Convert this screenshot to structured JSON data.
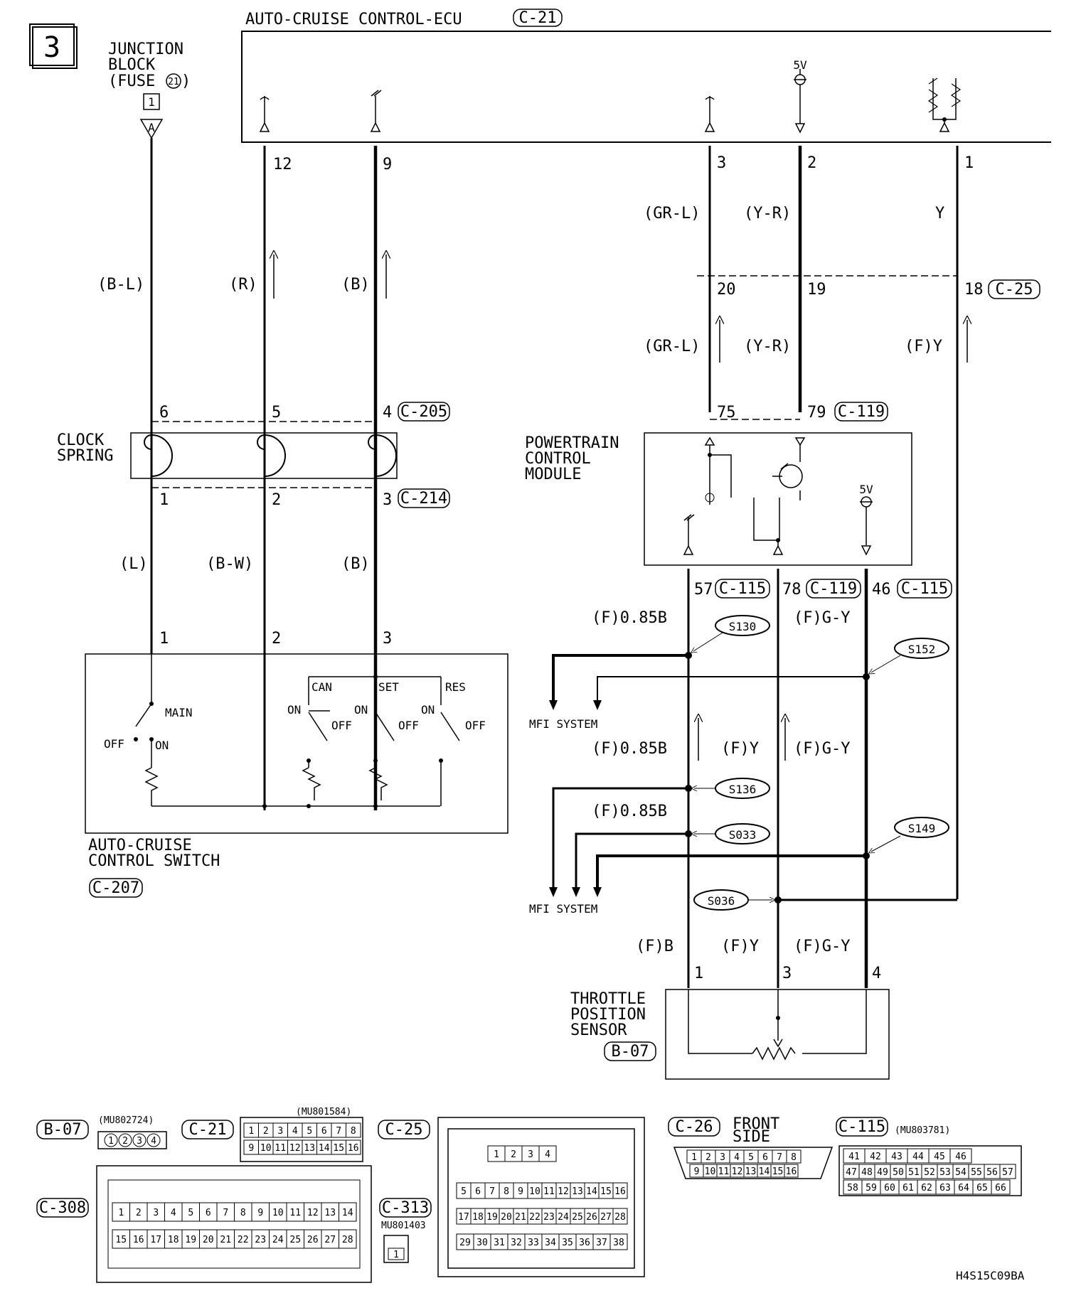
{
  "page": {
    "number": "3",
    "figure_code": "H4S15C09BA"
  },
  "ecu": {
    "title": "AUTO-CRUISE CONTROL-ECU",
    "connector": "C-21",
    "supply": "5V"
  },
  "junction": {
    "line1": "JUNCTION",
    "line2": "BLOCK",
    "line3": "(FUSE",
    "fuse": "21",
    "line3_end": ")",
    "box": "1",
    "terminal": "A"
  },
  "pins_ecu": [
    "12",
    "9",
    "3",
    "2",
    "1"
  ],
  "wires_upper": {
    "bl": "(B-L)",
    "r": "(R)",
    "b": "(B)",
    "grl": "(GR-L)",
    "yr": "(Y-R)",
    "y": "Y"
  },
  "c25": {
    "pins": [
      "20",
      "19",
      "18"
    ],
    "connector": "C-25"
  },
  "wires_mid": {
    "grl": "(GR-L)",
    "yr": "(Y-R)",
    "fy": "(F)Y"
  },
  "c205": {
    "pins": [
      "6",
      "5",
      "4"
    ],
    "connector": "C-205"
  },
  "c119_top": {
    "pins": [
      "75",
      "79"
    ],
    "connector": "C-119"
  },
  "clock_spring": {
    "line1": "CLOCK",
    "line2": "SPRING"
  },
  "pcm": {
    "line1": "POWERTRAIN",
    "line2": "CONTROL",
    "line3": "MODULE",
    "supply": "5V"
  },
  "c214": {
    "pins": [
      "1",
      "2",
      "3"
    ],
    "connector": "C-214"
  },
  "wires_lower": {
    "l": "(L)",
    "bw": "(B-W)",
    "b": "(B)"
  },
  "switch": {
    "pins": [
      "1",
      "2",
      "3"
    ],
    "main": "MAIN",
    "off": "OFF",
    "on": "ON",
    "can": "CAN",
    "set": "SET",
    "res": "RES",
    "title1": "AUTO-CRUISE",
    "title2": "CONTROL SWITCH",
    "connector": "C-207"
  },
  "pcm_out": {
    "p57": "57",
    "c115a": "C-115",
    "p78": "78",
    "c119": "C-119",
    "p46": "46",
    "c115b": "C-115"
  },
  "pcm_wires": {
    "w1": "(F)0.85B",
    "w2": "(F)G-Y",
    "w3": "(F)0.85B",
    "w4": "(F)Y",
    "w5": "(F)G-Y",
    "w6": "(F)0.85B",
    "w7": "(F)B",
    "w8": "(F)Y",
    "w9": "(F)G-Y"
  },
  "splices": {
    "s130": "S130",
    "s152": "S152",
    "s136": "S136",
    "s033": "S033",
    "s149": "S149",
    "s036": "S036"
  },
  "mfi": "MFI SYSTEM",
  "tps": {
    "line1": "THROTTLE",
    "line2": "POSITION",
    "line3": "SENSOR",
    "connector": "B-07",
    "pins": [
      "1",
      "3",
      "4"
    ]
  },
  "connectors": {
    "b07": {
      "label": "B-07",
      "part": "(MU802724)",
      "pins": [
        "1",
        "2",
        "3",
        "4"
      ]
    },
    "c21": {
      "label": "C-21",
      "part": "(MU801584)",
      "row1": [
        "1",
        "2",
        "3",
        "4",
        "5",
        "6",
        "7",
        "8"
      ],
      "row2": [
        "9",
        "10",
        "11",
        "12",
        "13",
        "14",
        "15",
        "16"
      ]
    },
    "c25": {
      "label": "C-25",
      "row1": [
        "1",
        "2",
        "3",
        "4"
      ],
      "row2": [
        "5",
        "6",
        "7",
        "8",
        "9",
        "10",
        "11",
        "12",
        "13",
        "14",
        "15",
        "16"
      ],
      "row3": [
        "17",
        "18",
        "19",
        "20",
        "21",
        "22",
        "23",
        "24",
        "25",
        "26",
        "27",
        "28"
      ],
      "row4": [
        "29",
        "30",
        "31",
        "32",
        "33",
        "34",
        "35",
        "36",
        "37",
        "38"
      ]
    },
    "c26": {
      "label": "C-26",
      "front1": "FRONT",
      "front2": "SIDE",
      "row1": [
        "1",
        "2",
        "3",
        "4",
        "5",
        "6",
        "7",
        "8"
      ],
      "row2": [
        "9",
        "10",
        "11",
        "12",
        "13",
        "14",
        "15",
        "16"
      ]
    },
    "c115": {
      "label": "C-115",
      "part": "(MU803781)",
      "row1": [
        "41",
        "42",
        "43",
        "44",
        "45",
        "46"
      ],
      "row2": [
        "47",
        "48",
        "49",
        "50",
        "51",
        "52",
        "53",
        "54",
        "55",
        "56",
        "57"
      ],
      "row3": [
        "58",
        "59",
        "60",
        "61",
        "62",
        "63",
        "64",
        "65",
        "66"
      ]
    },
    "c308": {
      "label": "C-308",
      "row1": [
        "1",
        "2",
        "3",
        "4",
        "5",
        "6",
        "7",
        "8",
        "9",
        "10",
        "11",
        "12",
        "13",
        "14"
      ],
      "row2": [
        "15",
        "16",
        "17",
        "18",
        "19",
        "20",
        "21",
        "22",
        "23",
        "24",
        "25",
        "26",
        "27",
        "28"
      ]
    },
    "c313": {
      "label": "C-313",
      "part": "MU801403",
      "pin": "1"
    }
  }
}
